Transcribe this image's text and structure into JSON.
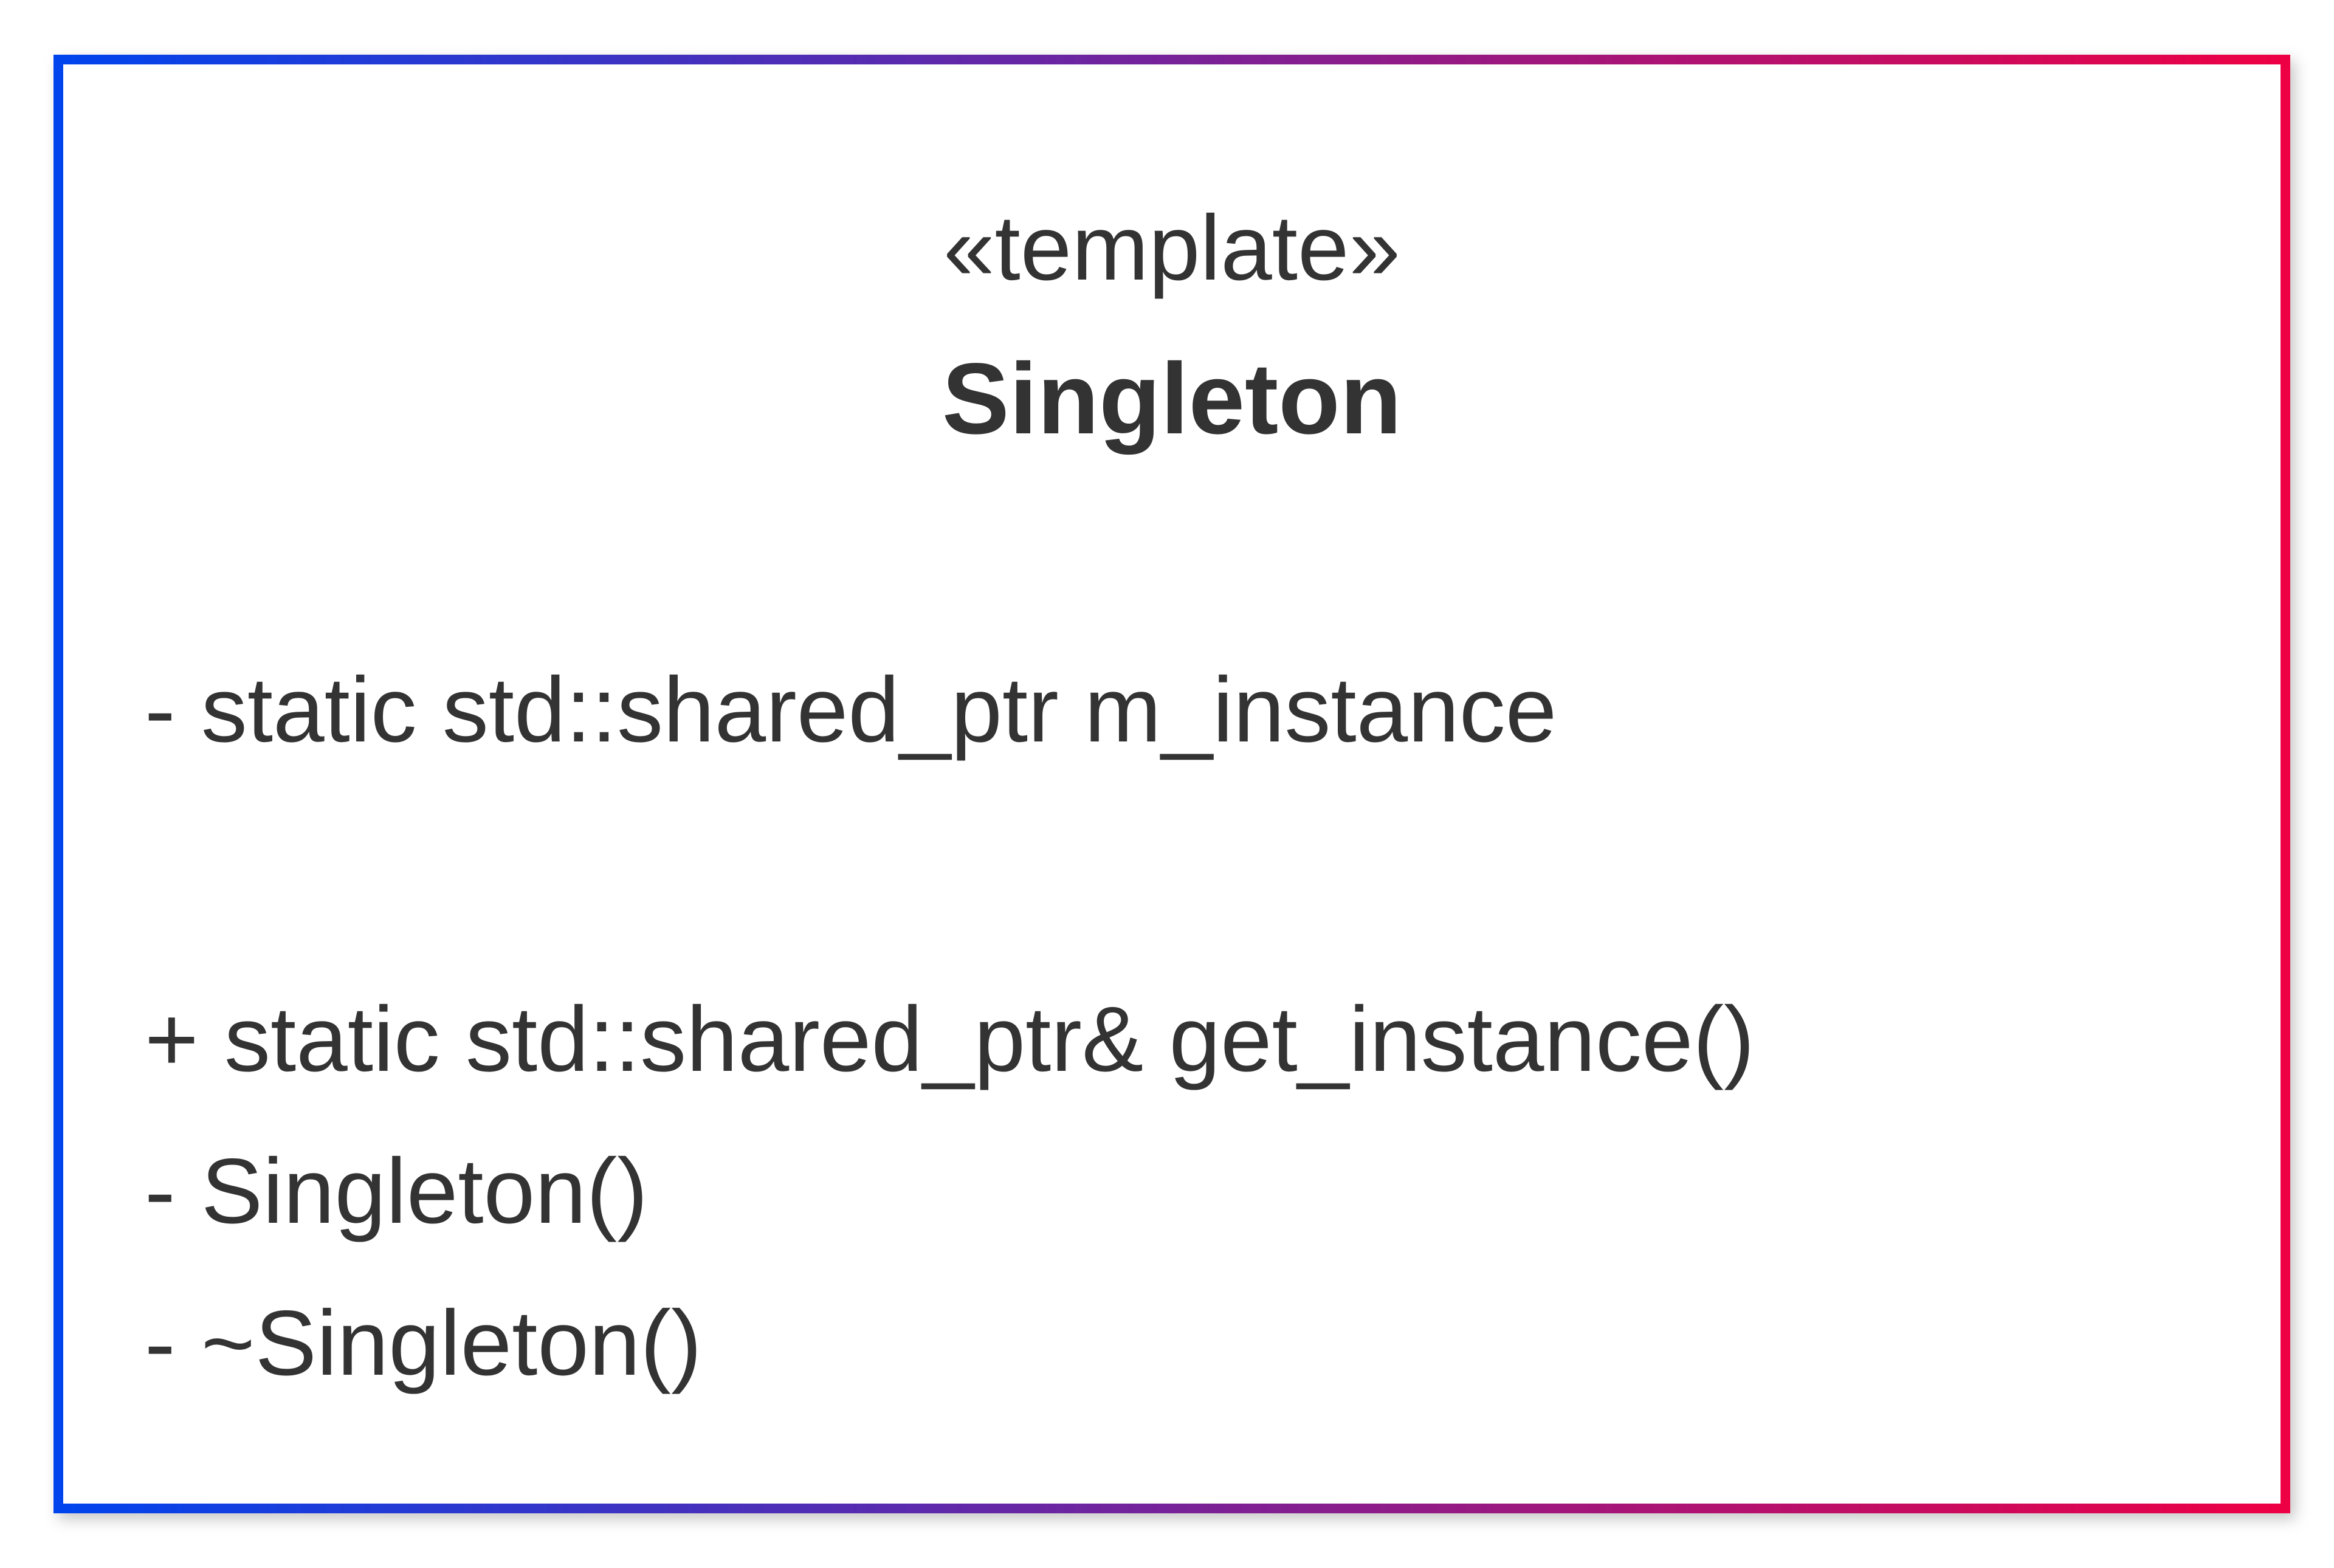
{
  "class_box": {
    "stereotype": "«template»",
    "name": "Singleton",
    "attributes": [
      "- static std::shared_ptr m_instance"
    ],
    "operations": [
      "+ static std::shared_ptr& get_instance()",
      "- Singleton()",
      "- ~Singleton()"
    ],
    "colors": {
      "gradient_start": "#0044ee",
      "gradient_end": "#ee0044",
      "text": "#333333",
      "background": "#ffffff"
    }
  }
}
